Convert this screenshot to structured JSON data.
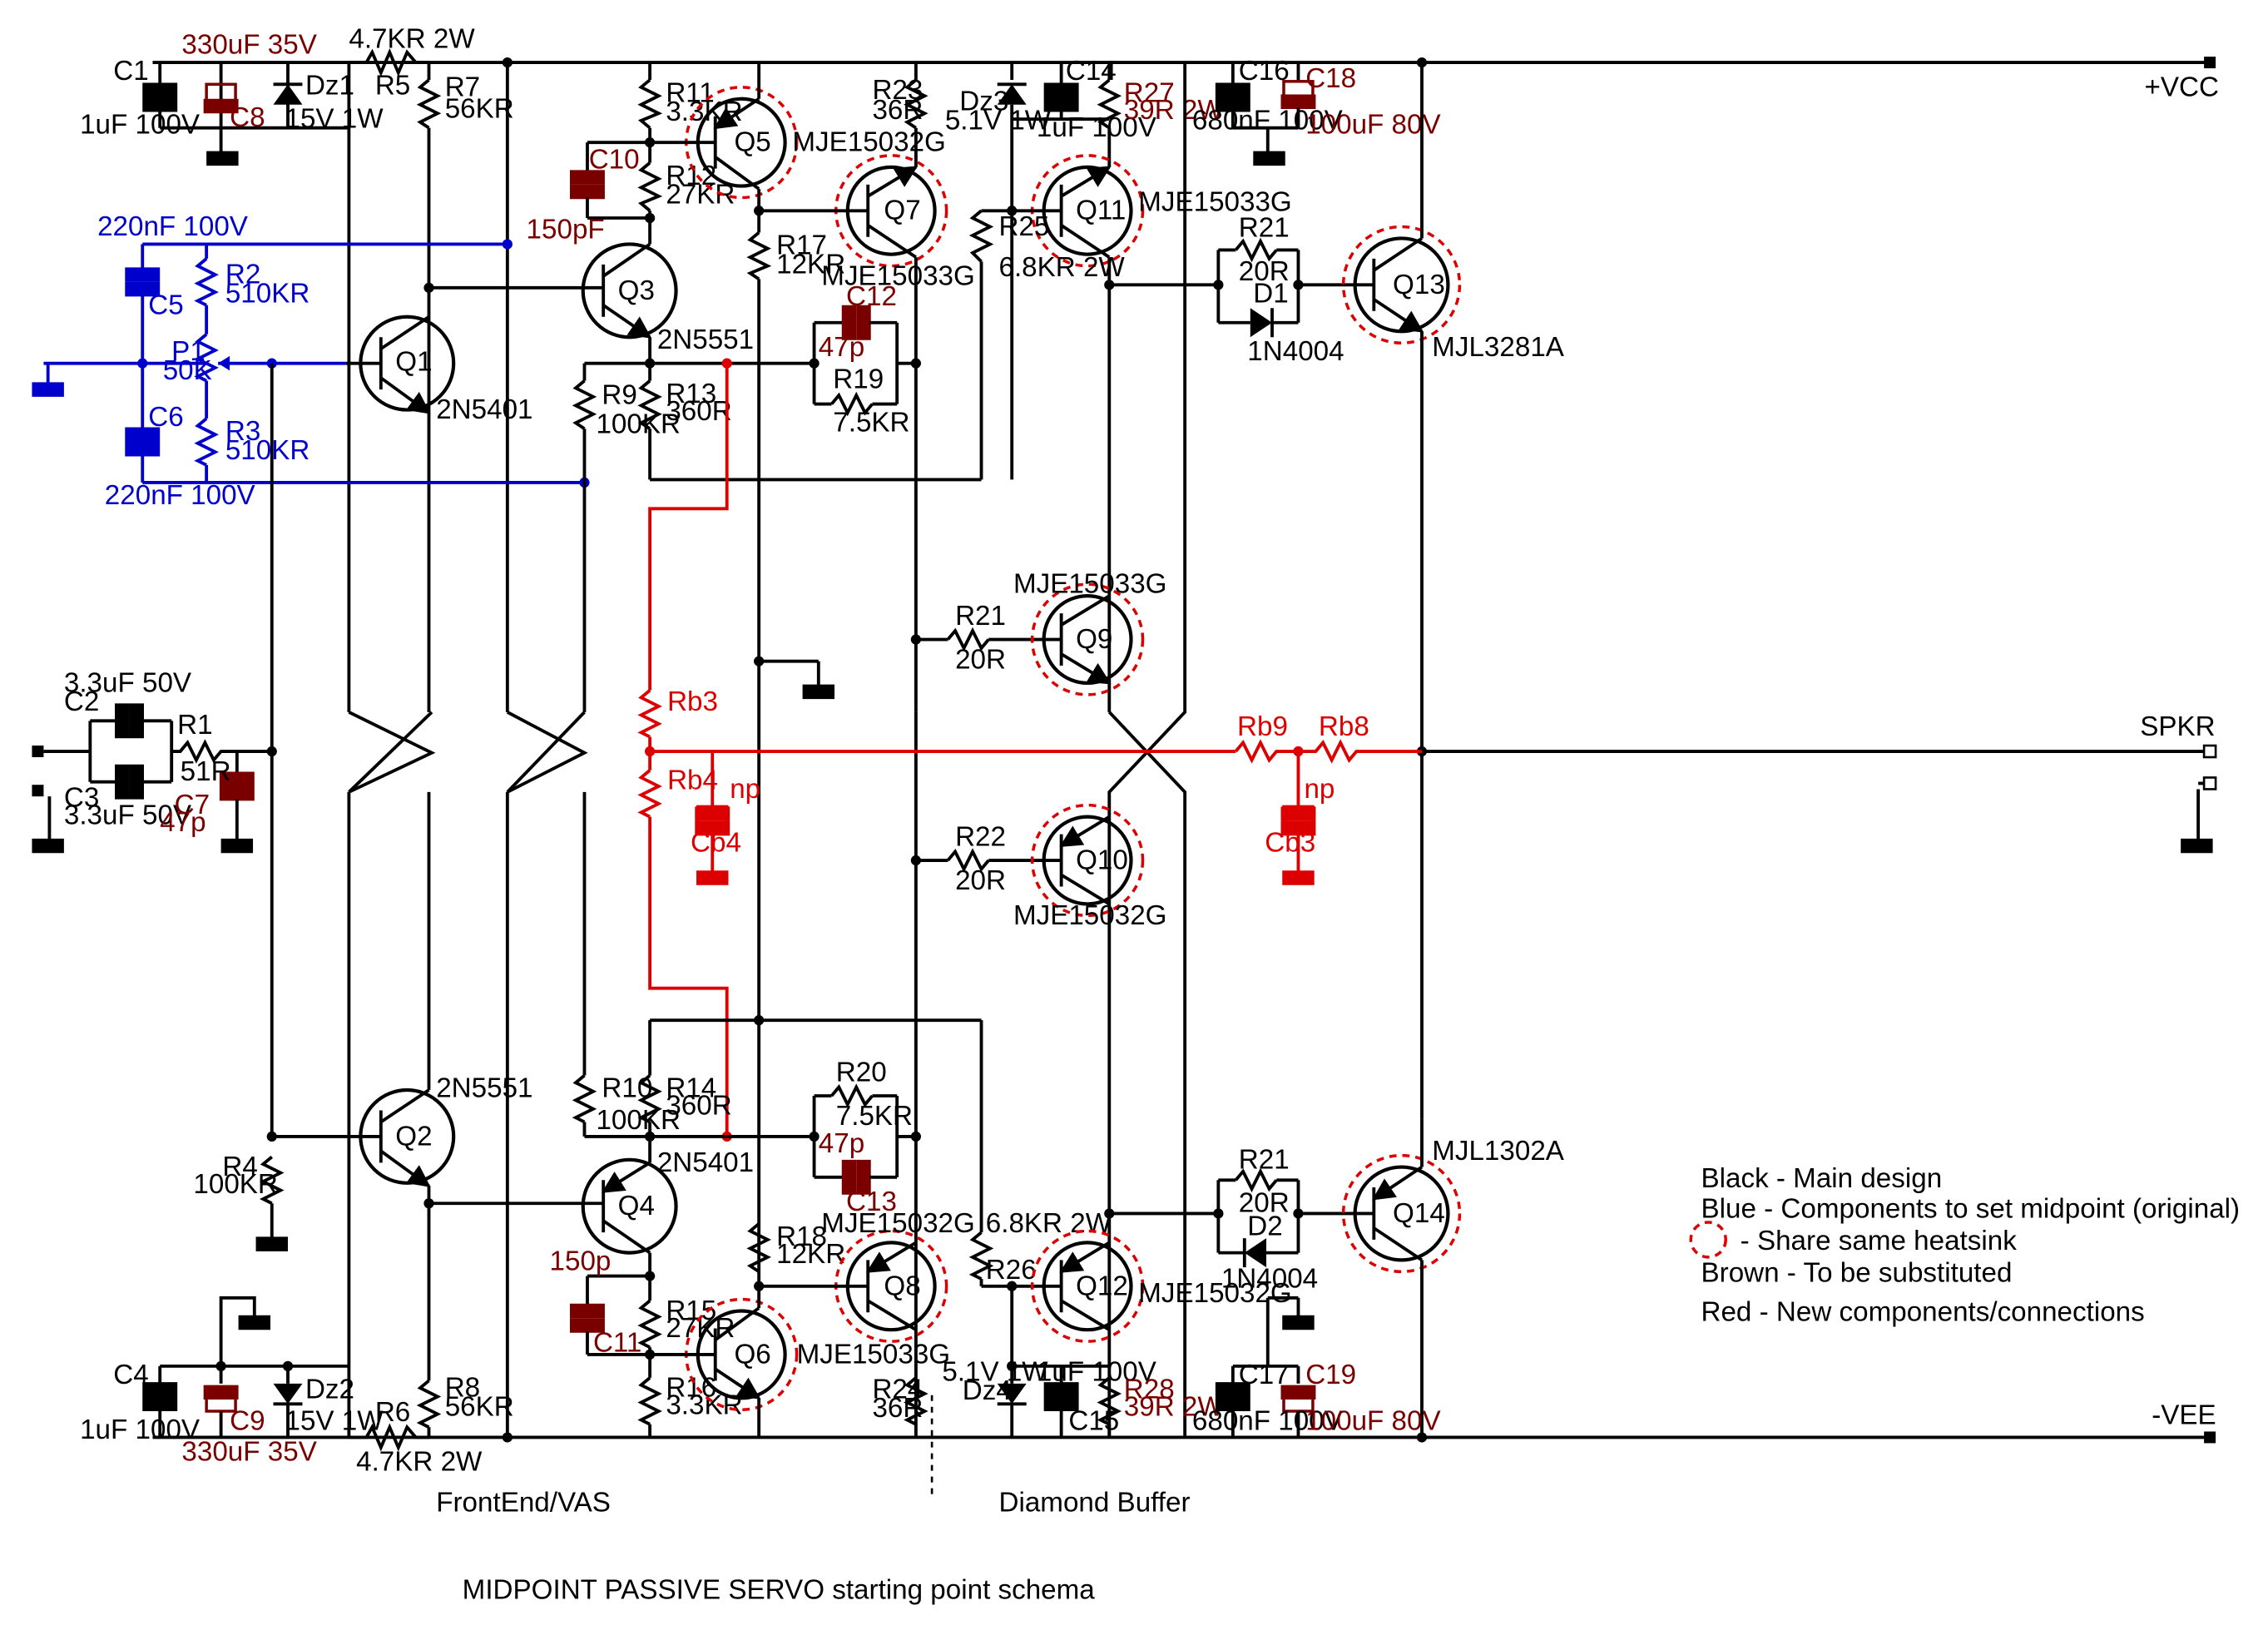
{
  "nets": {
    "vcc": "+VCC",
    "vee": "-VEE",
    "spkr": "SPKR"
  },
  "sections": {
    "frontend": "FrontEnd/VAS",
    "buffer": "Diamond Buffer"
  },
  "title": "MIDPOINT PASSIVE SERVO starting point schema",
  "legend": {
    "black": "Black - Main design",
    "blue": "Blue - Components to set midpoint (original)",
    "heatsink": "- Share same heatsink",
    "brown": "Brown - To be substituted",
    "red": "Red - New components/connections"
  },
  "colors": {
    "main": "#000000",
    "blue": "#0000cc",
    "brown": "#7a0000",
    "red": "#dd0000"
  },
  "components": {
    "C1": "C1",
    "C1v": "1uF 100V",
    "C8": "C8",
    "C8v": "330uF 35V",
    "Dz1": "Dz1",
    "Dz1v": "15V 1W",
    "R5": "R5",
    "R5v": "4.7KR 2W",
    "R7": "R7",
    "R7v": "56KR",
    "R11": "R11",
    "R11v": "3.3KR",
    "Q5": "Q5",
    "Q5t": "MJE15032G",
    "R12": "R12",
    "R12v": "27KR",
    "C10": "C10",
    "C10v": "150pF",
    "R23": "R23",
    "R23v": "36R",
    "Q7": "Q7",
    "Q7t": "MJE15033G",
    "R17": "R17",
    "R17v": "12KR",
    "Dz3": "Dz3",
    "Dz3v": "5.1V 1W",
    "C14": "C14",
    "C14v": "1uF 100V",
    "R27": "R27",
    "R27v": "39R 2W",
    "Q11": "Q11",
    "Q11t": "MJE15033G",
    "R25": "R25",
    "R25v": "6.8KR 2W",
    "C16": "C16",
    "C16v": "680nF 100V",
    "C18": "C18",
    "C18v": "100uF 80V",
    "R21a": "R21",
    "R21av": "20R",
    "D1": "D1",
    "D1t": "1N4004",
    "Q13": "Q13",
    "Q13t": "MJL3281A",
    "C5": "C5",
    "C5v": "220nF 100V",
    "R2": "R2",
    "R2v": "510KR",
    "P1": "P1",
    "P1v": "50K",
    "R3": "R3",
    "R3v": "510KR",
    "C6": "C6",
    "C6v": "220nF 100V",
    "Q1": "Q1",
    "Q1t": "2N5401",
    "Q3": "Q3",
    "Q3t": "2N5551",
    "R9": "R9",
    "R9v": "100KR",
    "R13": "R13",
    "R13v": "360R",
    "C12": "C12",
    "C12v": "47p",
    "R19": "R19",
    "R19v": "7.5KR",
    "Q9": "Q9",
    "Q9t": "MJE15033G",
    "R21b": "R21",
    "R21bv": "20R",
    "C2": "C2",
    "C2v": "3.3uF 50V",
    "C3": "C3",
    "C3v": "3.3uF 50V",
    "R1": "R1",
    "R1v": "51R",
    "C7": "C7",
    "C7v": "47p",
    "Rb3": "Rb3",
    "Rb4": "Rb4",
    "Cb4": "Cb4",
    "Cb4v": "np",
    "Rb9": "Rb9",
    "Rb8": "Rb8",
    "Cb3": "Cb3",
    "Cb3v": "np",
    "Q10": "Q10",
    "Q10t": "MJE15032G",
    "R22": "R22",
    "R22v": "20R",
    "R10": "R10",
    "R10v": "100KR",
    "R14": "R14",
    "R14v": "360R",
    "R20": "R20",
    "R20v": "7.5KR",
    "C13": "C13",
    "C13v": "47p",
    "Q2": "Q2",
    "Q2t": "2N5551",
    "Q4": "Q4",
    "Q4t": "2N5401",
    "R4": "R4",
    "R4v": "100KR",
    "C11": "C11",
    "C11v": "150p",
    "R15": "R15",
    "R15v": "27KR",
    "R16": "R16",
    "R16v": "3.3KR",
    "Q6": "Q6",
    "Q6t": "MJE15033G",
    "R18": "R18",
    "R18v": "12KR",
    "Q8": "Q8",
    "Q8t": "MJE15032G",
    "R24": "R24",
    "R24v": "36R",
    "Dz4": "Dz4",
    "Dz4v": "5.1V 1W",
    "C15": "C15",
    "C15v": "1uF 100V",
    "R28": "R28",
    "R28v": "39R 2W",
    "R26": "R26",
    "R26v": "6.8KR 2W",
    "Q12": "Q12",
    "Q12t": "MJE15032G",
    "C17": "C17",
    "C17v": "680nF 100V",
    "C19": "C19",
    "C19v": "100uF 80V",
    "R21c": "R21",
    "R21cv": "20R",
    "D2": "D2",
    "D2t": "1N4004",
    "Q14": "Q14",
    "Q14t": "MJL1302A",
    "C4": "C4",
    "C4v": "1uF 100V",
    "C9": "C9",
    "C9v": "330uF 35V",
    "Dz2": "Dz2",
    "Dz2v": "15V 1W",
    "R6": "R6",
    "R6v": "4.7KR 2W",
    "R8": "R8",
    "R8v": "56KR"
  }
}
